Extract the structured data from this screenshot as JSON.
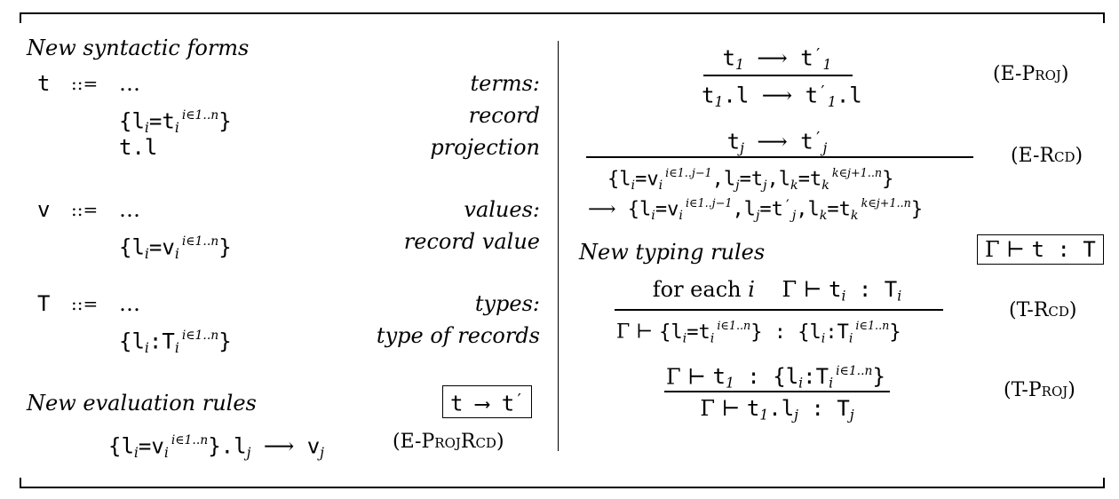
{
  "left": {
    "syntax_heading": "New syntactic forms",
    "t": "t",
    "v": "v",
    "T": "T",
    "def": "::=",
    "ellipsis": "…",
    "terms": "terms:",
    "record": "record",
    "projection": "projection",
    "values": "values:",
    "record_value": "record value",
    "types": "types:",
    "type_of_records": "type of records",
    "eval_heading": "New evaluation rules",
    "eval_judgment": "t ⟶ t′",
    "rule_projrcd": "(E-ProjRcd)"
  },
  "right": {
    "e_proj": "(E-Proj)",
    "e_rcd": "(E-Rcd)",
    "typing_heading": "New typing rules",
    "typing_judgment": "Γ ⊢ t : T",
    "for_each": "for each",
    "t_rcd": "(T-Rcd)",
    "t_proj": "(T-Proj)"
  }
}
